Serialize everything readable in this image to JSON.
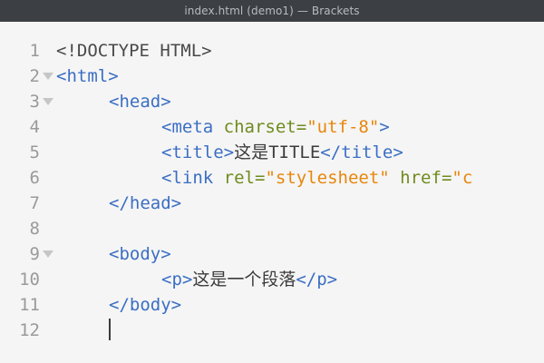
{
  "window": {
    "title": "index.html (demo1) — Brackets",
    "app_name": "Brackets",
    "file_name": "index.html",
    "project_name": "demo1"
  },
  "theme": {
    "titlebar_bg": "#3c4044",
    "titlebar_fg": "#b9bbbd",
    "editor_bg": "#f5f5f5",
    "gutter_fg": "#9a9a9a",
    "fold_arrow": "#c6c6c6",
    "tag_color": "#3b6ec4",
    "attr_color": "#6f8b1f",
    "string_color": "#e8860c",
    "text_color": "#3b3b3b",
    "doctype_color": "#494949",
    "caret_color": "#3b3b3b"
  },
  "editor": {
    "language": "HTML",
    "cursor_line": 12,
    "cursor_column": 5,
    "lines": [
      {
        "number": "1",
        "foldable": false,
        "indent": 0,
        "tokens": [
          {
            "t": "doctype",
            "v": "<!DOCTYPE HTML>"
          }
        ]
      },
      {
        "number": "2",
        "foldable": true,
        "indent": 0,
        "tokens": [
          {
            "t": "tag",
            "v": "<html>"
          }
        ]
      },
      {
        "number": "3",
        "foldable": true,
        "indent": 4,
        "tokens": [
          {
            "t": "tag",
            "v": "<head>"
          }
        ]
      },
      {
        "number": "4",
        "foldable": false,
        "indent": 8,
        "tokens": [
          {
            "t": "tag",
            "v": "<meta"
          },
          {
            "t": "text",
            "v": " "
          },
          {
            "t": "attr",
            "v": "charset"
          },
          {
            "t": "attr",
            "v": "="
          },
          {
            "t": "string",
            "v": "\"utf-8\""
          },
          {
            "t": "tag",
            "v": ">"
          }
        ]
      },
      {
        "number": "5",
        "foldable": false,
        "indent": 8,
        "tokens": [
          {
            "t": "tag",
            "v": "<title>"
          },
          {
            "t": "text",
            "v": "这是TITLE"
          },
          {
            "t": "tag",
            "v": "</title>"
          }
        ]
      },
      {
        "number": "6",
        "foldable": false,
        "indent": 8,
        "tokens": [
          {
            "t": "tag",
            "v": "<link"
          },
          {
            "t": "text",
            "v": " "
          },
          {
            "t": "attr",
            "v": "rel"
          },
          {
            "t": "attr",
            "v": "="
          },
          {
            "t": "string",
            "v": "\"stylesheet\""
          },
          {
            "t": "text",
            "v": " "
          },
          {
            "t": "attr",
            "v": "href"
          },
          {
            "t": "attr",
            "v": "="
          },
          {
            "t": "string",
            "v": "\"c"
          }
        ]
      },
      {
        "number": "7",
        "foldable": false,
        "indent": 4,
        "tokens": [
          {
            "t": "tag",
            "v": "</head>"
          }
        ]
      },
      {
        "number": "8",
        "foldable": false,
        "indent": 0,
        "tokens": []
      },
      {
        "number": "9",
        "foldable": true,
        "indent": 4,
        "tokens": [
          {
            "t": "tag",
            "v": "<body>"
          }
        ]
      },
      {
        "number": "10",
        "foldable": false,
        "indent": 8,
        "tokens": [
          {
            "t": "tag",
            "v": "<p>"
          },
          {
            "t": "text",
            "v": "这是一个段落"
          },
          {
            "t": "tag",
            "v": "</p>"
          }
        ]
      },
      {
        "number": "11",
        "foldable": false,
        "indent": 4,
        "tokens": [
          {
            "t": "tag",
            "v": "</body>"
          }
        ]
      },
      {
        "number": "12",
        "foldable": false,
        "indent": 4,
        "caret": true,
        "tokens": []
      }
    ]
  }
}
